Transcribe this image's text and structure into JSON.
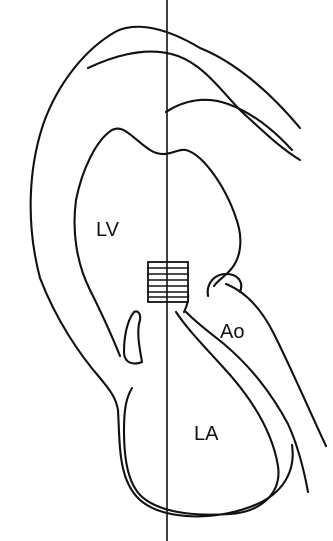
{
  "diagram": {
    "labels": {
      "left_ventricle": "LV",
      "aorta": "Ao",
      "left_atrium": "LA"
    },
    "colors": {
      "stroke": "#111111",
      "background": "#ffffff"
    },
    "sample_volume_icon": "hatched-square-sample-volume"
  }
}
